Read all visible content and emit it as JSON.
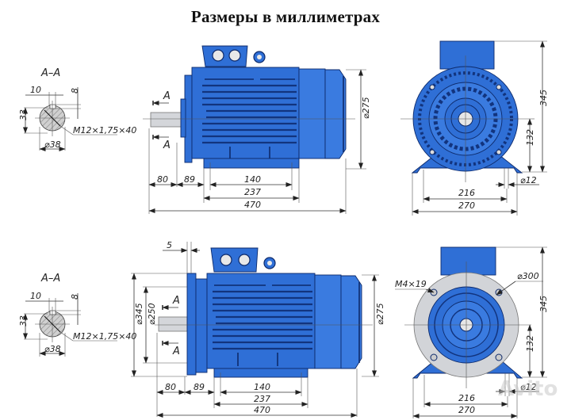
{
  "title": "Размеры в миллиметрах",
  "watermark": "Avito",
  "section_views": [
    {
      "label": "А–А",
      "key_width": "10",
      "key_depth": "8",
      "height": "33",
      "thread": "M12×1,75×40",
      "diameter": "⌀38"
    },
    {
      "label": "А–А",
      "key_width": "10",
      "key_depth": "8",
      "height": "33",
      "thread": "M12×1,75×40",
      "diameter": "⌀38"
    }
  ],
  "side_view_foot": {
    "section_mark": "A",
    "shaft_length": "80",
    "shaft_to_foot": "89",
    "foot_holes": "140",
    "foot_length": "237",
    "total_length": "470",
    "diameter": "⌀275"
  },
  "front_view_foot": {
    "height": "345",
    "axis_height": "132",
    "hole": "⌀12",
    "hole_spacing": "216",
    "base_width": "270"
  },
  "side_view_flange": {
    "section_mark": "A",
    "flange_thickness": "5",
    "flange_outer": "⌀345",
    "flange_spigot": "⌀250",
    "shaft_length": "80",
    "shaft_to_foot": "89",
    "foot_holes": "140",
    "foot_length": "237",
    "total_length": "470",
    "diameter": "⌀275"
  },
  "front_view_flange": {
    "bolts": "M4×19",
    "pitch_diameter": "⌀300",
    "height": "345",
    "axis_height": "132",
    "hole": "⌀12",
    "hole_spacing": "216",
    "base_width": "270"
  }
}
